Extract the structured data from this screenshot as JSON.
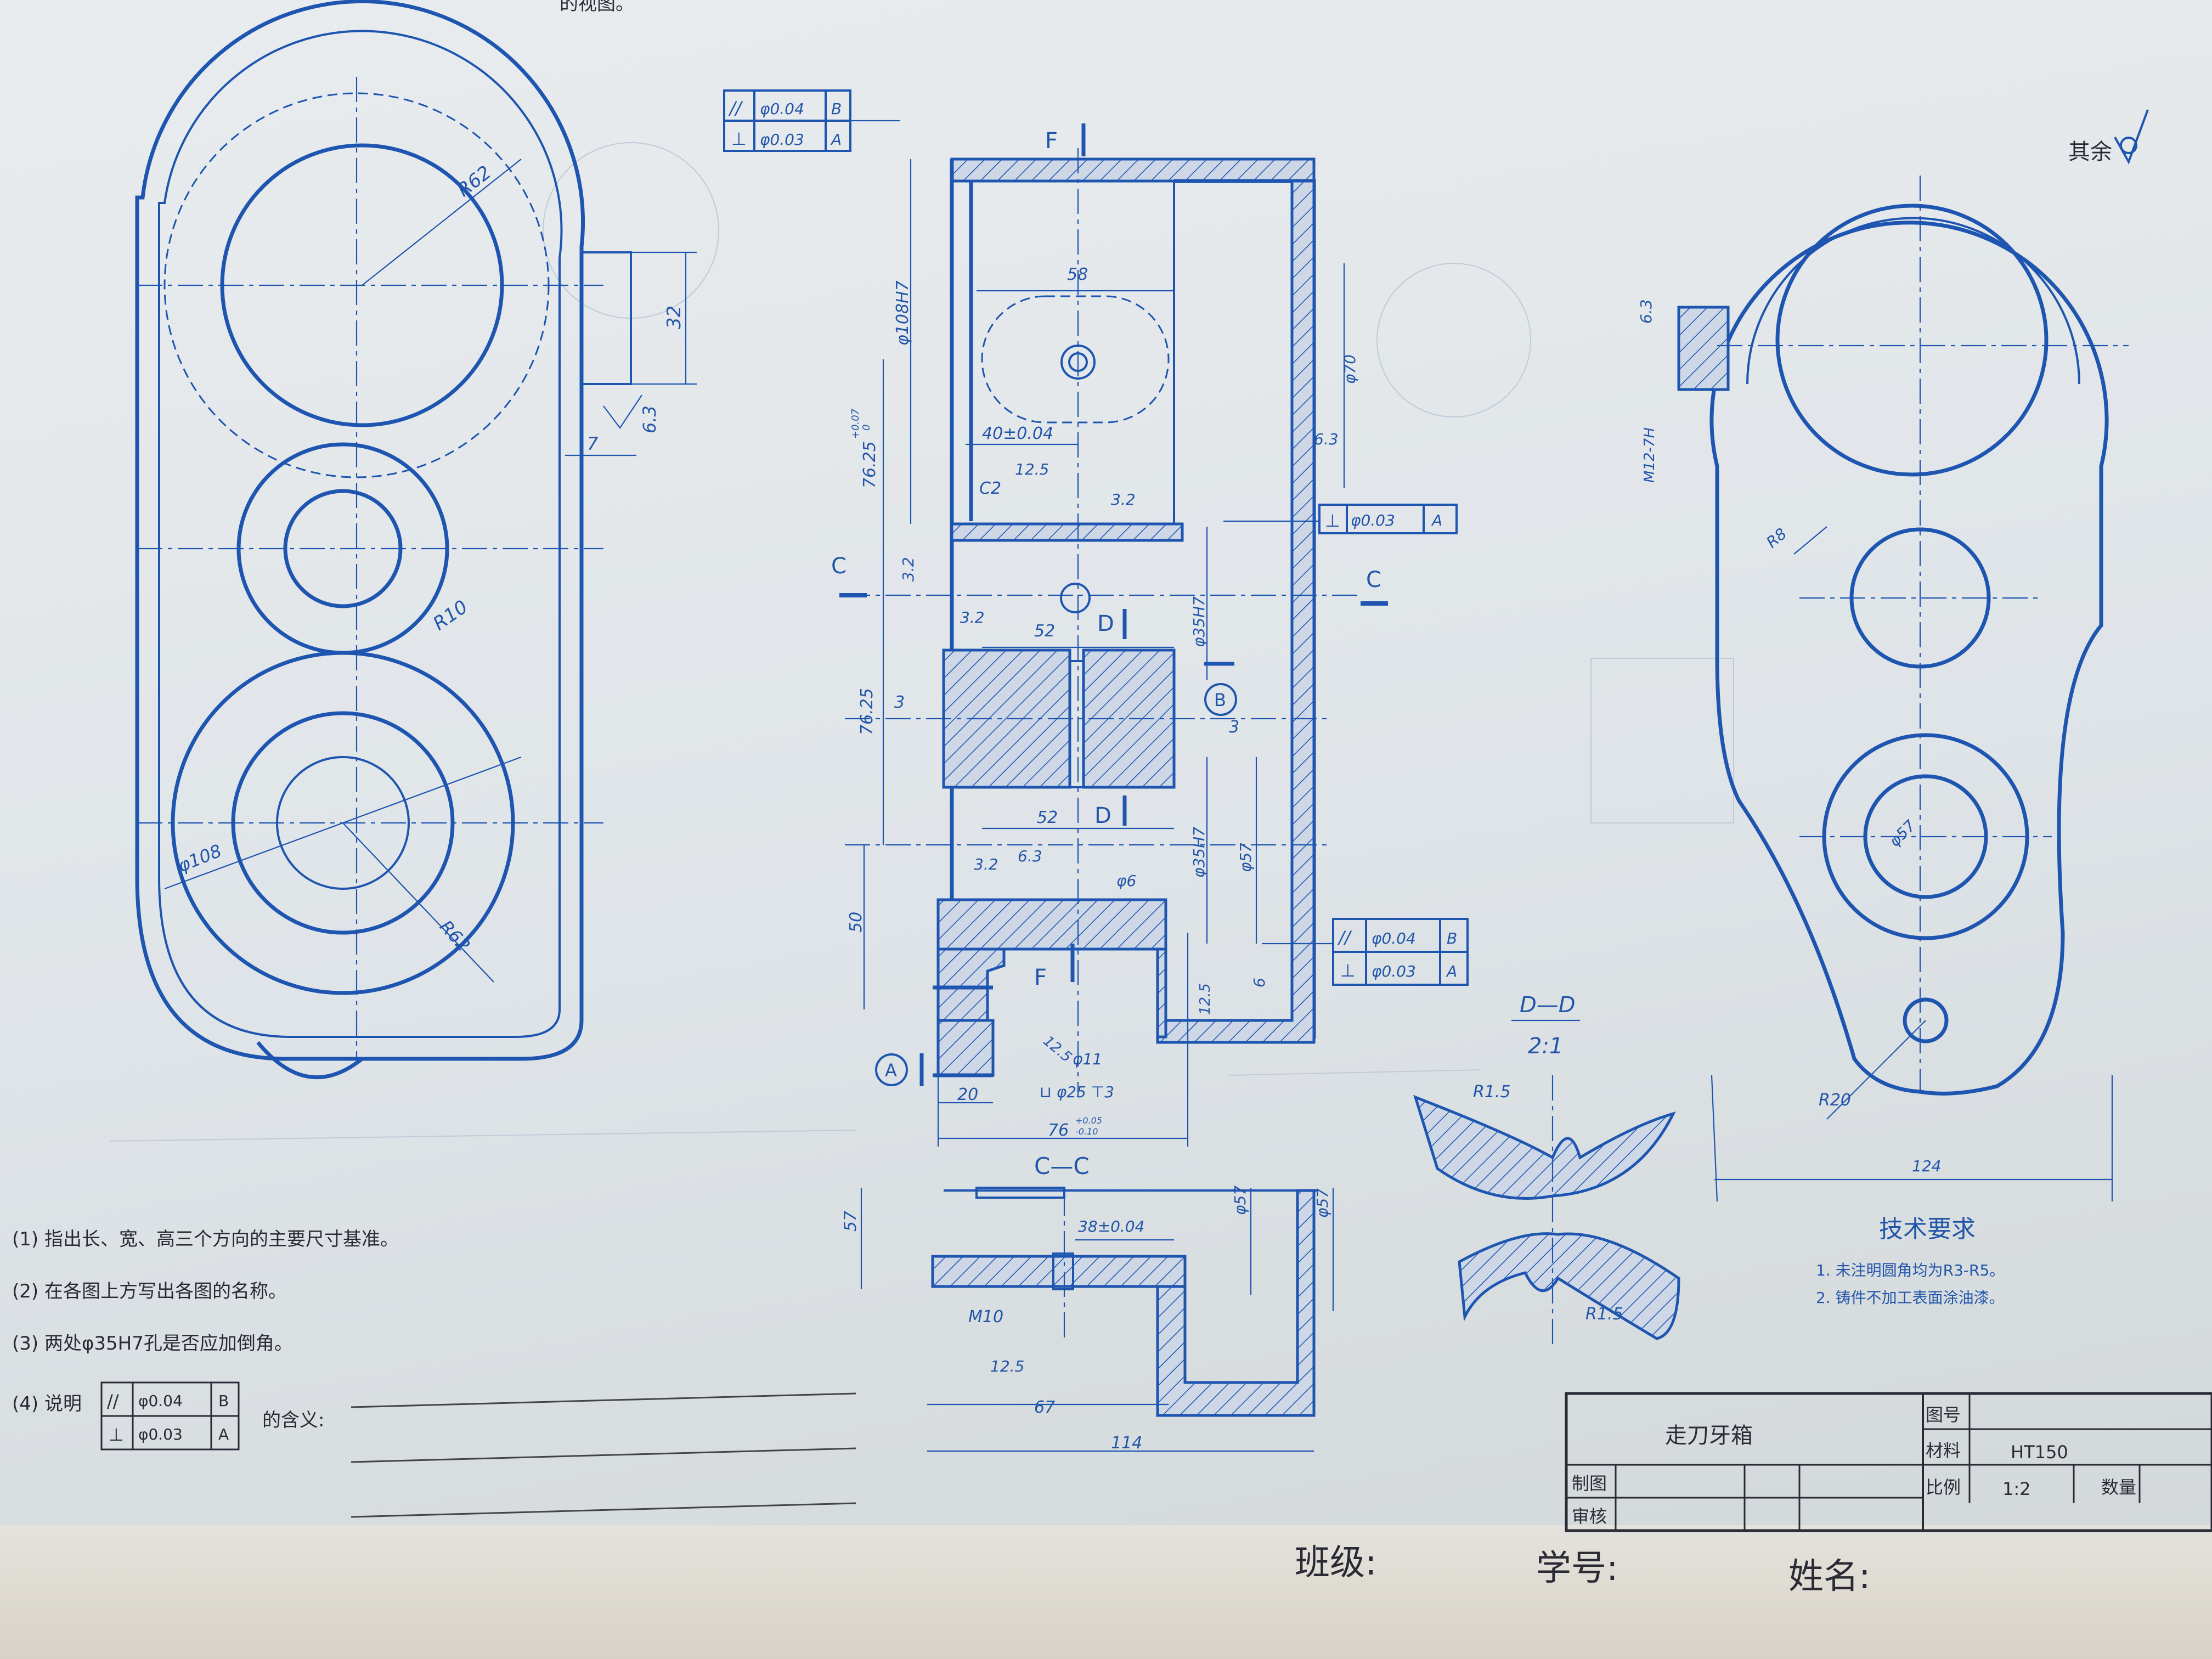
{
  "header_fragment": "的视图。",
  "view_top": {
    "dims": {
      "r62_top": "R62",
      "w32": "32",
      "rough63": "6.3",
      "w7": "7",
      "r10": "R10",
      "d108": "φ108",
      "r62_bottom": "R62"
    }
  },
  "view_front": {
    "tol_top": [
      {
        "sym": "//",
        "val": "φ0.04",
        "datum": "B"
      },
      {
        "sym": "⊥",
        "val": "φ0.03",
        "datum": "A"
      }
    ],
    "dims": {
      "d108h7": "φ108H7",
      "w58": "58",
      "x40": "40±0.04",
      "r125a": "12.5",
      "c2": "C2",
      "r32a": "3.2",
      "h7625a": "76.25",
      "tolup": "+0.07",
      "tollo": "0",
      "r32b": "3.2",
      "r32c": "3.2",
      "w52a": "52",
      "w52b": "52",
      "w3a": "3",
      "w3b": "3",
      "h7625b": "76.25",
      "d35h7a": "φ35H7",
      "d35h7b": "φ35H7",
      "d57": "φ57",
      "d70": "φ70",
      "r63": "6.3",
      "r32d": "3.2",
      "r63b": "6.3",
      "d6": "φ6",
      "h50": "50",
      "d11": "φ11",
      "r125b": "12.5",
      "cb25": "⊔ φ25 ⊤3",
      "w20": "20",
      "w76": "76",
      "w76tolup": "+0.05",
      "w76tollo": "-0.10",
      "h6": "6",
      "r125c": "12.5"
    },
    "perp_tol": {
      "sym": "⊥",
      "val": "φ0.03",
      "datum": "A"
    },
    "tol_mid": [
      {
        "sym": "//",
        "val": "φ0.04",
        "datum": "B"
      },
      {
        "sym": "⊥",
        "val": "φ0.03",
        "datum": "A"
      }
    ],
    "section_marks": {
      "f": "F",
      "c": "C",
      "d": "D",
      "a": "A",
      "b": "B"
    }
  },
  "view_cc": {
    "title": "C—C",
    "dims": {
      "h57": "57",
      "x38": "38±0.04",
      "d57a": "φ57",
      "d57b": "φ57",
      "m10": "M10",
      "r125": "12.5",
      "w67": "67",
      "w114": "114"
    }
  },
  "view_dd": {
    "title": "D—D",
    "scale": "2:1",
    "r15a": "R1.5",
    "r15b": "R1.5"
  },
  "view_side": {
    "rest": "其余",
    "dims": {
      "r63": "6.3",
      "m12": "M12-7H",
      "r8": "R8",
      "d57": "φ57",
      "r20": "R20",
      "w124": "124"
    }
  },
  "tech_req": {
    "title": "技术要求",
    "items": [
      "1. 未注明圆角均为R3-R5。",
      "2. 铸件不加工表面涂油漆。"
    ]
  },
  "questions": {
    "q1": "(1)  指出长、宽、高三个方向的主要尺寸基准。",
    "q2": "(2)  在各图上方写出各图的名称。",
    "q3": "(3)  两处φ35H7孔是否应加倒角。",
    "q4_prefix": "(4)  说明",
    "q4_suffix": "的含义:",
    "q4_tol": [
      {
        "sym": "//",
        "val": "φ0.04",
        "datum": "B"
      },
      {
        "sym": "⊥",
        "val": "φ0.03",
        "datum": "A"
      }
    ]
  },
  "title_block": {
    "part_name": "走刀牙箱",
    "drawing_no_label": "图号",
    "material_label": "材料",
    "material": "HT150",
    "scale_label": "比例",
    "scale": "1:2",
    "qty_label": "数量",
    "drawn_label": "制图",
    "checked_label": "审核"
  },
  "footer": {
    "class_label": "班级:",
    "student_no_label": "学号:",
    "name_label": "姓名:"
  },
  "colors": {
    "ink": "#1d55b0",
    "paper": "#e3e7ea",
    "pen": "#2a2a35"
  }
}
